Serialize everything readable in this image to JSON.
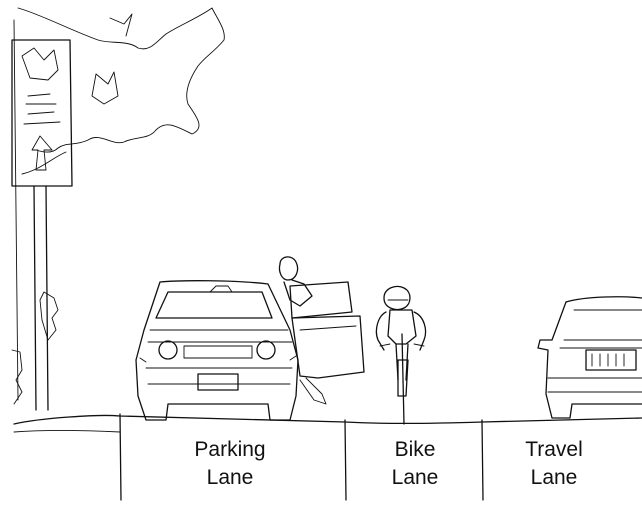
{
  "lanes": [
    {
      "line1": "Parking",
      "line2": "Lane"
    },
    {
      "line1": "Bike",
      "line2": "Lane"
    },
    {
      "line1": "Travel",
      "line2": "Lane"
    }
  ],
  "colors": {
    "line": "#111111",
    "background": "#ffffff"
  }
}
